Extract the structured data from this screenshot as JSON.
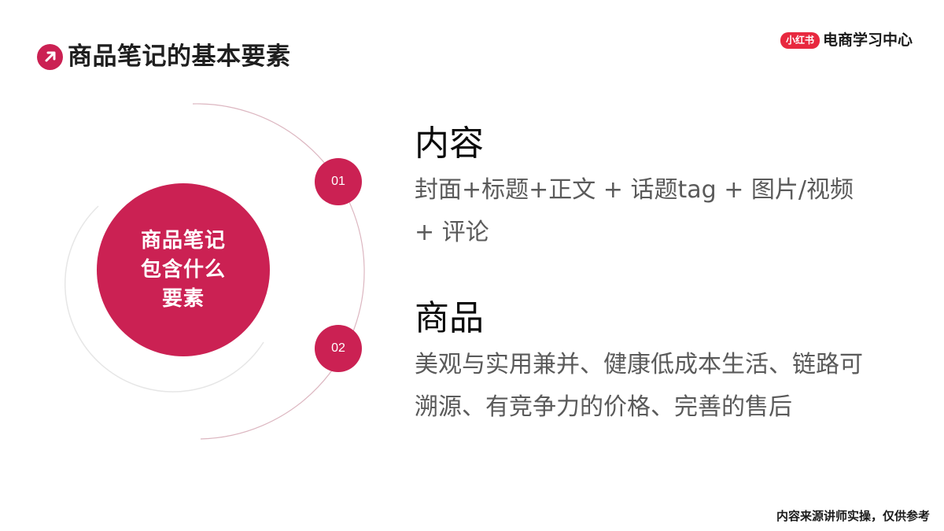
{
  "header": {
    "title": "商品笔记的基本要素",
    "icon": "arrow-up-right-icon"
  },
  "brand": {
    "logo_text": "小红书",
    "text": "电商学习中心"
  },
  "diagram": {
    "center_lines": [
      "商品笔记",
      "包含什么",
      "要素"
    ],
    "badges": [
      "01",
      "02"
    ]
  },
  "sections": [
    {
      "heading": "内容",
      "body": "封面+标题+正文 + 话题tag + 图片/视频\n+ 评论"
    },
    {
      "heading": "商品",
      "body": "美观与实用兼并、健康低成本生活、链路可\n溯源、有竞争力的价格、完善的售后"
    }
  ],
  "footer": {
    "note": "内容来源讲师实操，仅供参考"
  },
  "colors": {
    "accent": "#CB2153",
    "brand_red": "#E8283F",
    "heading": "#0a0a0a",
    "body": "#5a5a5a"
  }
}
